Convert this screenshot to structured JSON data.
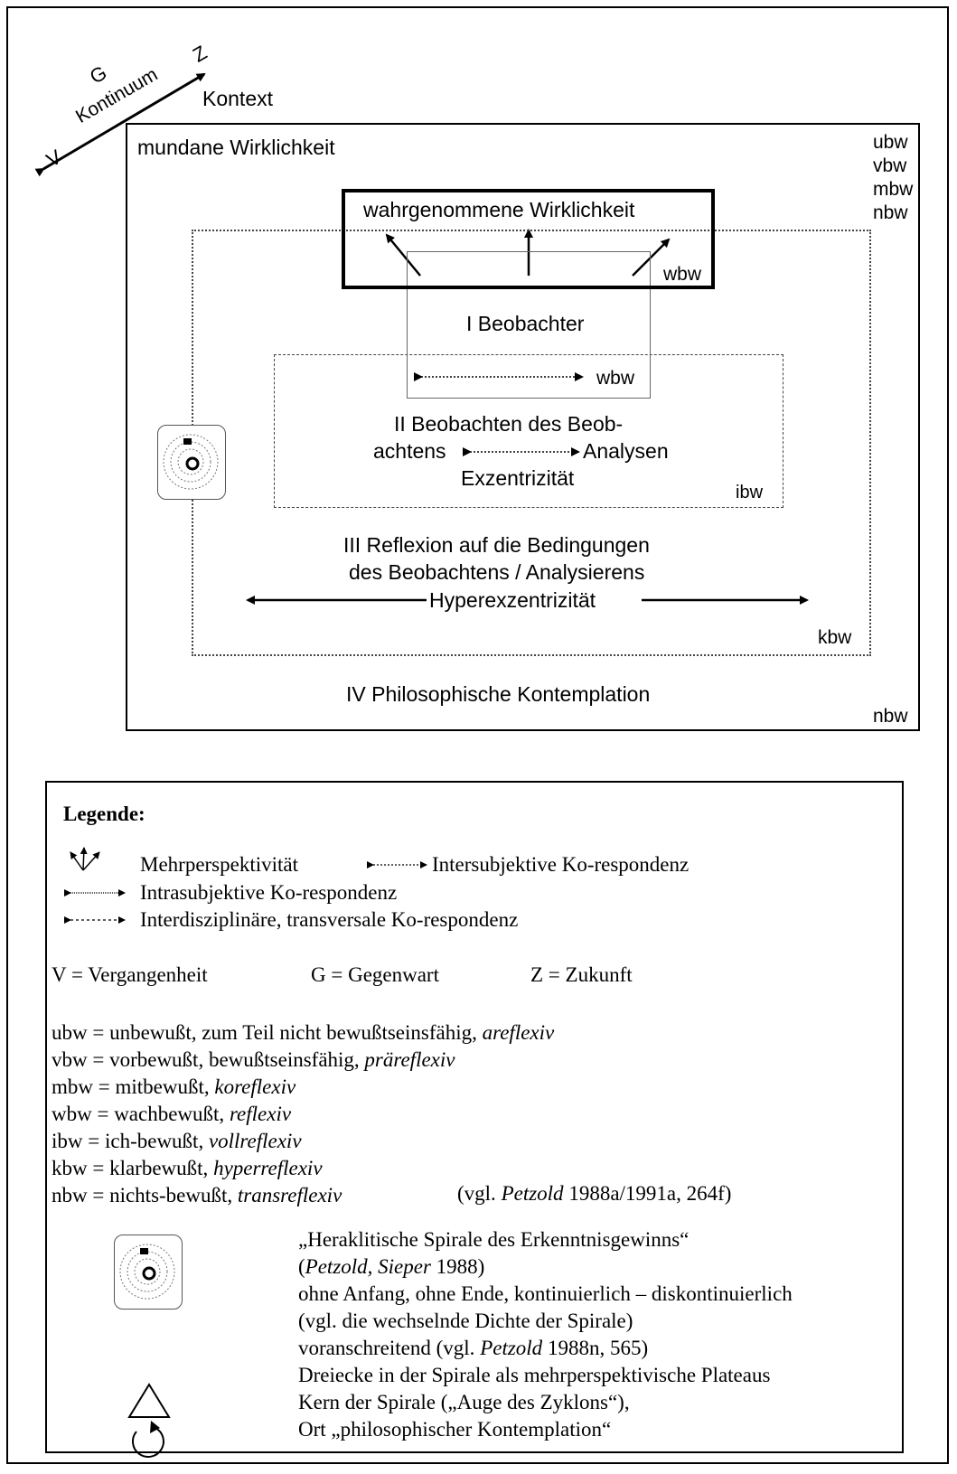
{
  "diagram": {
    "axis": {
      "g": "G",
      "z": "Z",
      "v": "V",
      "continuum": "Kontinuum"
    },
    "context": "Kontext",
    "mundane": "mundane Wirklichkeit",
    "levels": [
      "ubw",
      "vbw",
      "mbw",
      "nbw"
    ],
    "perceived": "wahrgenommene Wirklichkeit",
    "wbw_top": "wbw",
    "observer": "I Beobachter",
    "wbw_inner": "wbw",
    "observing": {
      "line1": "II Beobachten des Beob-",
      "line2_left": "achtens",
      "line2_right": "Analysen",
      "line3": "Exzentrizität"
    },
    "ibw": "ibw",
    "reflexion": {
      "line1": "III Reflexion auf die Bedingungen",
      "line2": "des Beobachtens / Analysierens",
      "line3": "Hyperexzentrizität"
    },
    "kbw": "kbw",
    "contemplation": "IV Philosophische Kontemplation",
    "nbw_bottom": "nbw"
  },
  "legend": {
    "title": "Legende:",
    "mehrperspektivitaet": "Mehrperspektivität",
    "intersubjektive": "Intersubjektive Ko-respondenz",
    "intrasubjektive": "Intrasubjektive Ko-respondenz",
    "interdisziplinaere": "Interdisziplinäre, transversale Ko-respondenz",
    "time": {
      "v": "V = Vergangenheit",
      "g": "G = Gegenwart",
      "z": "Z = Zukunft"
    },
    "levels": [
      {
        "prefix": "ubw = unbewußt, zum Teil nicht bewußtseinsfähig, ",
        "italic": "areflexiv"
      },
      {
        "prefix": "vbw = vorbewußt, bewußtseinsfähig, ",
        "italic": "präreflexiv"
      },
      {
        "prefix": "mbw = mitbewußt, ",
        "italic": "koreflexiv"
      },
      {
        "prefix": "wbw = wachbewußt, ",
        "italic": "reflexiv"
      },
      {
        "prefix": "ibw = ich-bewußt, ",
        "italic": "vollreflexiv"
      },
      {
        "prefix": "kbw = klarbewußt, ",
        "italic": "hyperreflexiv"
      },
      {
        "prefix": "nbw = nichts-bewußt, ",
        "italic": "transreflexiv"
      }
    ],
    "ref": {
      "pre": "(vgl. ",
      "author": "Petzold",
      "post": " 1988a/1991a, 264f)"
    },
    "spiral_lines": {
      "l1": "„Heraklitische Spirale des Erkenntnisgewinns“",
      "l2_open": "(",
      "l2_authors": "Petzold, Sieper",
      "l2_post": " 1988)",
      "l3": "ohne Anfang, ohne Ende, kontinuierlich – diskontinuierlich",
      "l4": "(vgl. die wechselnde Dichte der Spirale)",
      "l5_pre": "voranschreitend (vgl. ",
      "l5_author": "Petzold",
      "l5_post": " 1988n, 565)",
      "l6": "Dreiecke in der Spirale als mehrperspektivische Plateaus",
      "l7": "Kern der Spirale („Auge des Zyklons“),",
      "l8": "Ort „philosophischer Kontemplation“"
    }
  }
}
